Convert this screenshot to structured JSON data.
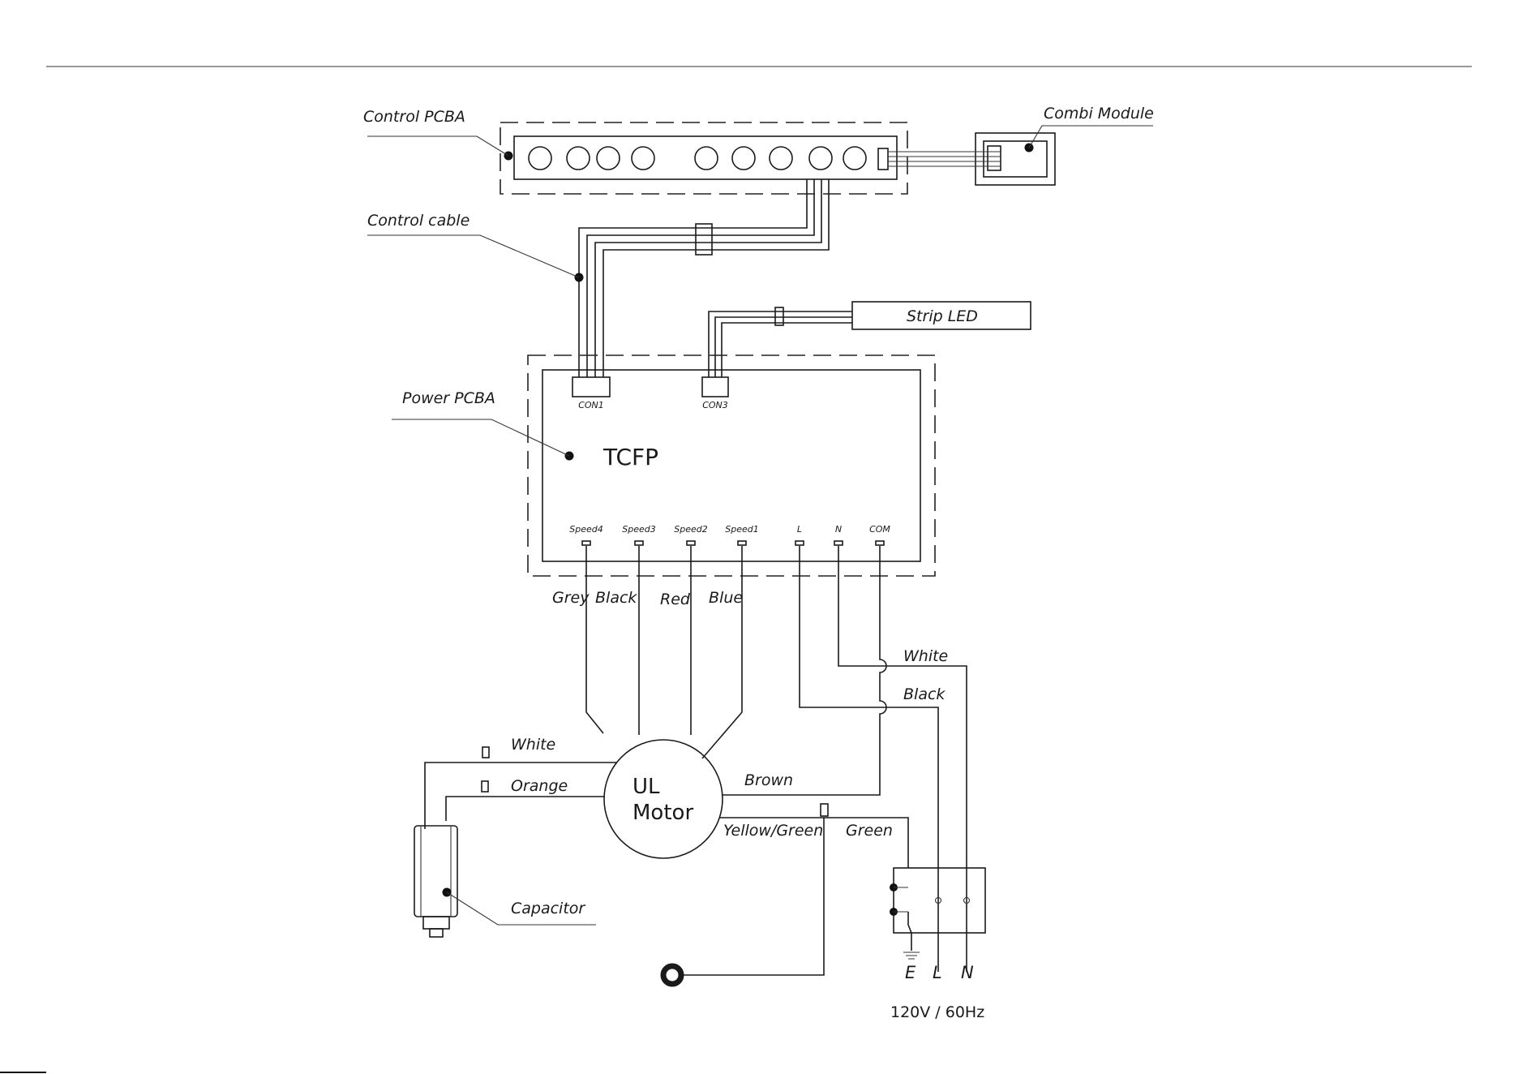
{
  "labels": {
    "control_pcba": "Control PCBA",
    "combi_module": "Combi Module",
    "control_cable": "Control cable",
    "strip_led": "Strip LED",
    "power_pcba": "Power PCBA",
    "board_name": "TCFP",
    "con1": "CON1",
    "con3": "CON3",
    "capacitor": "Capacitor",
    "motor_line1": "UL",
    "motor_line2": "Motor",
    "supply": "120V / 60Hz"
  },
  "terminals": [
    "Speed4",
    "Speed3",
    "Speed2",
    "Speed1",
    "L",
    "N",
    "COM"
  ],
  "wires": {
    "grey": "Grey",
    "black": "Black",
    "red": "Red",
    "blue": "Blue",
    "white_power": "White",
    "black_power": "Black",
    "white_cap": "White",
    "orange": "Orange",
    "brown": "Brown",
    "yellow_green": "Yellow/Green",
    "green": "Green"
  },
  "mains_terminals": [
    "E",
    "L",
    "N"
  ]
}
